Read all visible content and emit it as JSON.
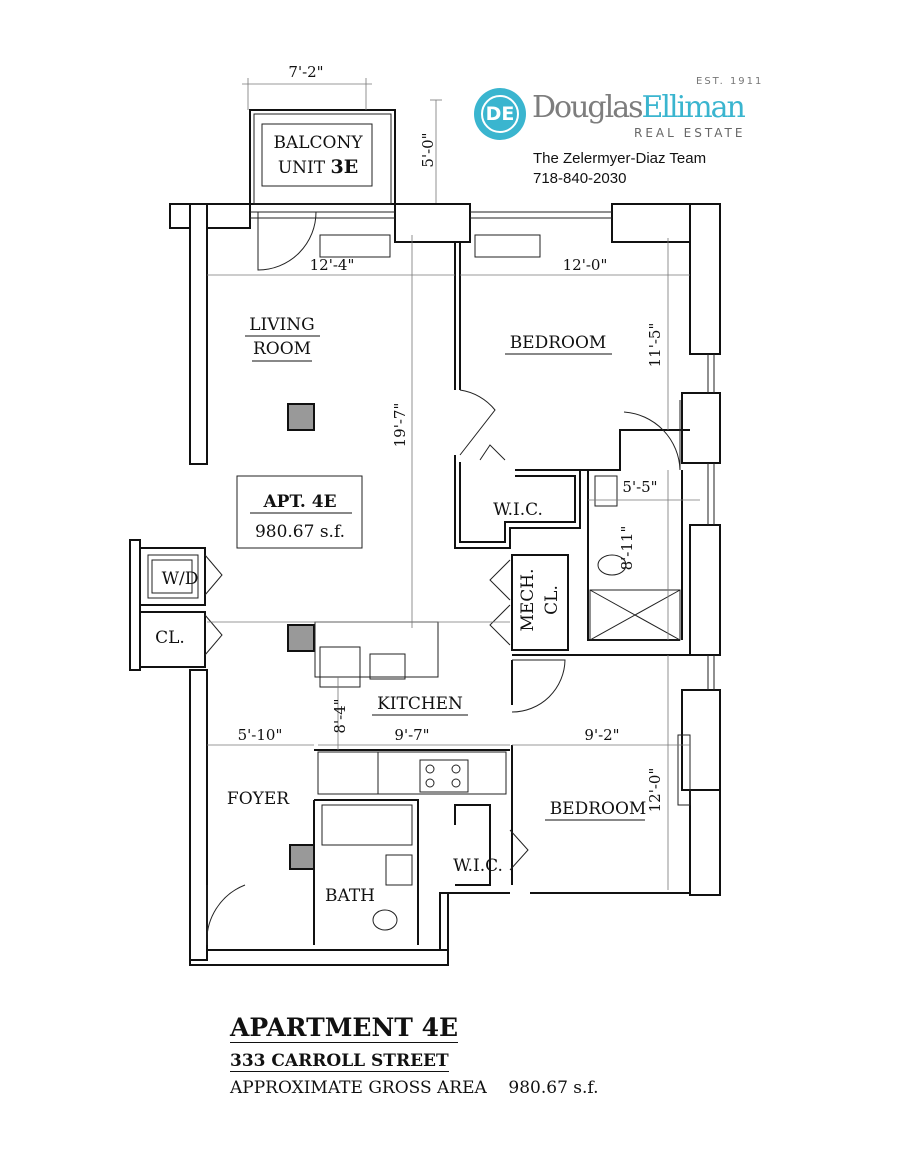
{
  "brand": {
    "logo_mark": "DE",
    "name_part1": "Douglas",
    "name_part2": "Elliman",
    "established": "EST. 1911",
    "subtitle": "REAL ESTATE",
    "team": "The Zelermyer-Diaz Team",
    "phone": "718-840-2030",
    "accent_color": "#3ab5cf"
  },
  "balcony": {
    "label": "BALCONY",
    "unit_prefix": "UNIT ",
    "unit": "3E",
    "width": "7'-2\"",
    "depth": "5'-0\""
  },
  "rooms": {
    "living": {
      "line1": "LIVING",
      "line2": "ROOM",
      "width": "12'-4\"",
      "length": "19'-7\""
    },
    "bedroom1": {
      "label": "BEDROOM",
      "width": "12'-0\"",
      "length": "11'-5\""
    },
    "wic1": "W.I.C.",
    "ensuite": {
      "width": "5'-5\"",
      "length": "8'-11\""
    },
    "wd": "W/D",
    "closet": "CL.",
    "mech": {
      "line1": "MECH.",
      "line2": "CL."
    },
    "kitchen": {
      "label": "KITCHEN",
      "depth": "8'-4\"",
      "width": "9'-7\""
    },
    "foyer": {
      "label": "FOYER",
      "width": "5'-10\""
    },
    "bedroom2": {
      "label": "BEDROOM",
      "width": "9'-2\"",
      "length": "12'-0\""
    },
    "wic2": "W.I.C.",
    "bath": "BATH"
  },
  "apt_badge": {
    "name": "APT. 4E",
    "area": "980.67 s.f."
  },
  "footer": {
    "title": "APARTMENT 4E",
    "address": "333 CARROLL STREET",
    "area_label": "APPROXIMATE GROSS AREA",
    "area_value": "980.67 s.f."
  }
}
